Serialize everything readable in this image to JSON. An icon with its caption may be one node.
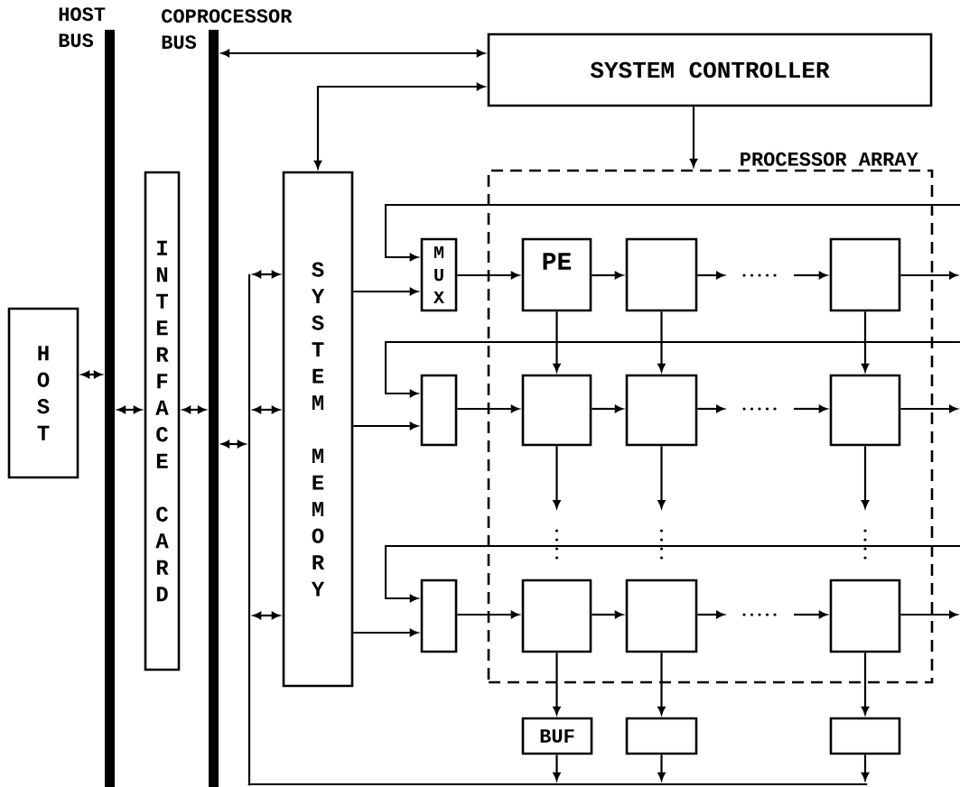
{
  "diagram": {
    "nodes": [
      {
        "text": [
          "HOST BUS"
        ]
      },
      {
        "text": [
          "COPROCESSOR BUS"
        ]
      },
      {
        "text": [
          "SYSTEM CONTROLLER"
        ]
      },
      {
        "text": [
          "PROCESSOR ARRAY"
        ]
      },
      {
        "text": [
          "INTERFACE CARD"
        ]
      },
      {
        "text": [
          "SYSTEM MEMORY"
        ]
      },
      {
        "text": [
          "HOST"
        ]
      },
      {
        "text": [
          "MUX"
        ]
      },
      {
        "text": [
          "PE"
        ],
        "in": 3
      },
      {
        "text": [],
        "shape": "box",
        "in": 3
      },
      {
        "text": [],
        "shape": "box",
        "in": 3
      },
      {
        "text": [],
        "shape": "box"
      },
      {
        "text": [],
        "shape": "box",
        "in": 3
      },
      {
        "text": [],
        "shape": "box",
        "in": 3
      },
      {
        "text": [],
        "shape": "box",
        "in": 3
      },
      {
        "text": [],
        "shape": "box"
      },
      {
        "text": [],
        "shape": "box",
        "in": 3
      },
      {
        "text": [],
        "shape": "box",
        "in": 3
      },
      {
        "text": [],
        "shape": "box",
        "in": 3
      },
      {
        "text": [
          "BUF"
        ]
      },
      {
        "text": [],
        "shape": "box"
      },
      {
        "text": [],
        "shape": "box"
      },
      {
        "text": [],
        "shape": "line"
      },
      {
        "text": [],
        "shape": "line"
      }
    ],
    "edges": [
      {
        "from": 6,
        "to": 0,
        "arrow": "both"
      },
      {
        "from": 0,
        "to": 4,
        "arrow": "both"
      },
      {
        "from": 4,
        "to": 1,
        "arrow": "both"
      },
      {
        "from": 1,
        "to": 2,
        "arrow": "both"
      },
      {
        "from": 1,
        "to": 22,
        "arrow": "both"
      },
      {
        "from": 5,
        "to": 2,
        "arrow": "both"
      },
      {
        "from": 2,
        "to": 3,
        "arrow": "to"
      },
      {
        "from": 22,
        "to": 5,
        "arrow": "both"
      },
      {
        "from": 22,
        "to": 5,
        "arrow": "both"
      },
      {
        "from": 22,
        "to": 5,
        "arrow": "both"
      },
      {
        "from": 5,
        "to": 7,
        "arrow": "to"
      },
      {
        "from": 5,
        "to": 11,
        "arrow": "to"
      },
      {
        "from": 5,
        "to": 15,
        "arrow": "to"
      },
      {
        "from": null,
        "to": 7,
        "arrow": "to"
      },
      {
        "from": null,
        "to": 11,
        "arrow": "to"
      },
      {
        "from": null,
        "to": 15,
        "arrow": "to"
      },
      {
        "from": 7,
        "to": 8,
        "arrow": "to"
      },
      {
        "from": 11,
        "to": 12,
        "arrow": "to"
      },
      {
        "from": 15,
        "to": 16,
        "arrow": "to"
      },
      {
        "from": 8,
        "to": 9,
        "arrow": "to"
      },
      {
        "from": 9,
        "to": null,
        "arrow": "to"
      },
      {
        "from": null,
        "to": 10,
        "arrow": "to"
      },
      {
        "from": 10,
        "to": null,
        "arrow": "to"
      },
      {
        "from": 12,
        "to": 13,
        "arrow": "to"
      },
      {
        "from": 13,
        "to": null,
        "arrow": "to"
      },
      {
        "from": null,
        "to": 14,
        "arrow": "to"
      },
      {
        "from": 14,
        "to": null,
        "arrow": "to"
      },
      {
        "from": 16,
        "to": 17,
        "arrow": "to"
      },
      {
        "from": 17,
        "to": null,
        "arrow": "to"
      },
      {
        "from": null,
        "to": 18,
        "arrow": "to"
      },
      {
        "from": 18,
        "to": null,
        "arrow": "to"
      },
      {
        "from": 8,
        "to": 12,
        "arrow": "to"
      },
      {
        "from": 9,
        "to": 13,
        "arrow": "to"
      },
      {
        "from": 10,
        "to": 14,
        "arrow": "to"
      },
      {
        "from": 12,
        "to": null,
        "arrow": "to"
      },
      {
        "from": 13,
        "to": null,
        "arrow": "to"
      },
      {
        "from": 14,
        "to": null,
        "arrow": "to"
      },
      {
        "from": 16,
        "to": 19,
        "arrow": "to"
      },
      {
        "from": 17,
        "to": 20,
        "arrow": "to"
      },
      {
        "from": 18,
        "to": 21,
        "arrow": "to"
      },
      {
        "from": 19,
        "to": 23,
        "arrow": "to"
      },
      {
        "from": 20,
        "to": 23,
        "arrow": "to"
      },
      {
        "from": 21,
        "to": 23,
        "arrow": "to"
      }
    ]
  }
}
